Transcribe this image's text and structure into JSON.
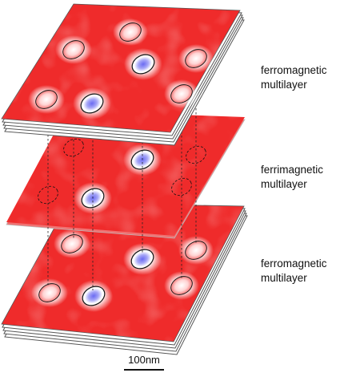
{
  "labels": {
    "top": [
      "ferromagnetic",
      "multilayer"
    ],
    "middle": [
      "ferrimagnetic",
      "multilayer"
    ],
    "bottom": [
      "ferromagnetic",
      "multilayer"
    ]
  },
  "scale_bar": {
    "text": "100nm"
  },
  "colors": {
    "magnetization_background": "#ef2b2b",
    "skyrmion_core_down": "#6f6ff0",
    "domain_up": "#ffffff",
    "layer_edge": "#555555",
    "outline": "#111111"
  }
}
